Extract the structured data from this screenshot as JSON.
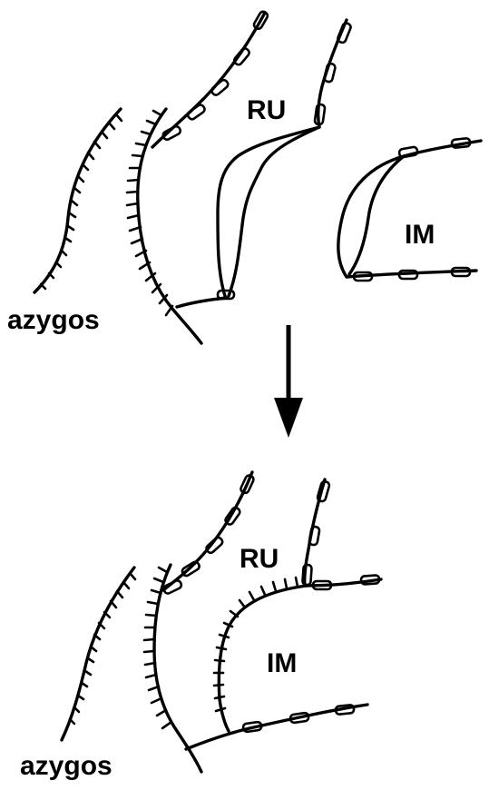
{
  "diagram": {
    "before": {
      "labels": {
        "ru": "RU",
        "im": "IM",
        "azygos": "azygos"
      }
    },
    "after": {
      "labels": {
        "ru": "RU",
        "im": "IM",
        "azygos": "azygos"
      }
    }
  }
}
